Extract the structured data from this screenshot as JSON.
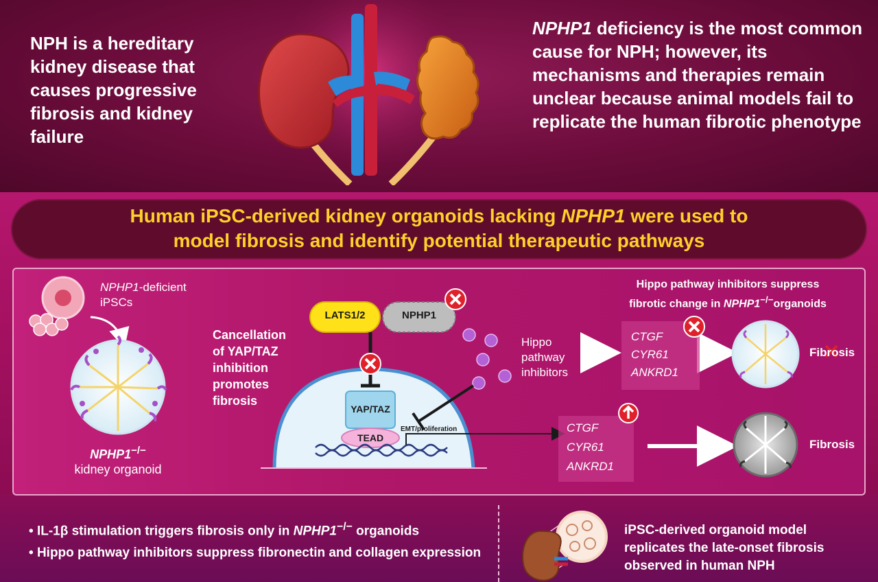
{
  "intro": {
    "left_text": "NPH is a hereditary kidney disease that causes progressive fibrosis and kidney failure",
    "right_gene": "NPHP1",
    "right_text": " deficiency is the most common cause for NPH; however, its mechanisms and therapies remain unclear because animal models fail to replicate the human fibrotic phenotype"
  },
  "banner": {
    "line1_a": "Human iPSC-derived kidney organoids lacking ",
    "line1_gene": "NPHP1",
    "line1_b": " were used to",
    "line2": "model fibrosis and identify potential therapeutic pathways"
  },
  "panel": {
    "ipsc_gene": "NPHP1",
    "ipsc_suffix": "-deficient",
    "ipsc_label": "iPSCs",
    "organoid_gene": "NPHP1",
    "organoid_sup": "−/−",
    "organoid_label": "kidney organoid",
    "cancellation_lines": [
      "Cancellation",
      "of YAP/TAZ",
      "inhibition",
      "promotes",
      "fibrosis"
    ],
    "lats": "LATS1/2",
    "nphp1": "NPHP1",
    "yaptaz": "YAP/TAZ",
    "tead": "TEAD",
    "emt": "EMT/proliferation",
    "hippo_lines": [
      "Hippo",
      "pathway",
      "inhibitors"
    ],
    "suppress_title_1": "Hippo pathway inhibitors suppress",
    "suppress_title_2a": "fibrotic change in ",
    "suppress_title_gene": "NPHP1",
    "suppress_title_sup": "−/−",
    "suppress_title_2b": "organoids",
    "genes_top": [
      "CTGF",
      "CYR61",
      "ANKRD1"
    ],
    "genes_bottom": [
      "CTGF",
      "CYR61",
      "ANKRD1"
    ],
    "fibrosis_top": "Fibrosis",
    "fibrosis_bottom": "Fibrosis"
  },
  "bottom": {
    "bullet": "•",
    "item1_a": "IL-1β stimulation triggers fibrosis only in ",
    "item1_gene": "NPHP1",
    "item1_sup": "−/−",
    "item1_b": " organoids",
    "item2": "Hippo pathway inhibitors suppress fibronectin and collagen expression",
    "conclusion": "iPSC-derived organoid model replicates the late-onset fibrosis observed in human NPH"
  },
  "colors": {
    "banner_text": "#ffd02a",
    "lats_fill": "#ffe11a",
    "nphp1_fill": "#bdbdbd",
    "x_badge": "#e0202a",
    "up_badge": "#e0202a",
    "hippo_dot": "#b561d6",
    "cell_fill": "#e6f3fb",
    "yap_fill": "#9fd6ee",
    "tead_fill": "#f5b3dc"
  },
  "icons": [
    "x-mark-icon",
    "up-arrow-icon",
    "kidney-icon",
    "organoid-icon",
    "ipsc-cell-icon",
    "dna-helix-icon",
    "inhibition-arrow-icon",
    "magnifier-icon"
  ]
}
